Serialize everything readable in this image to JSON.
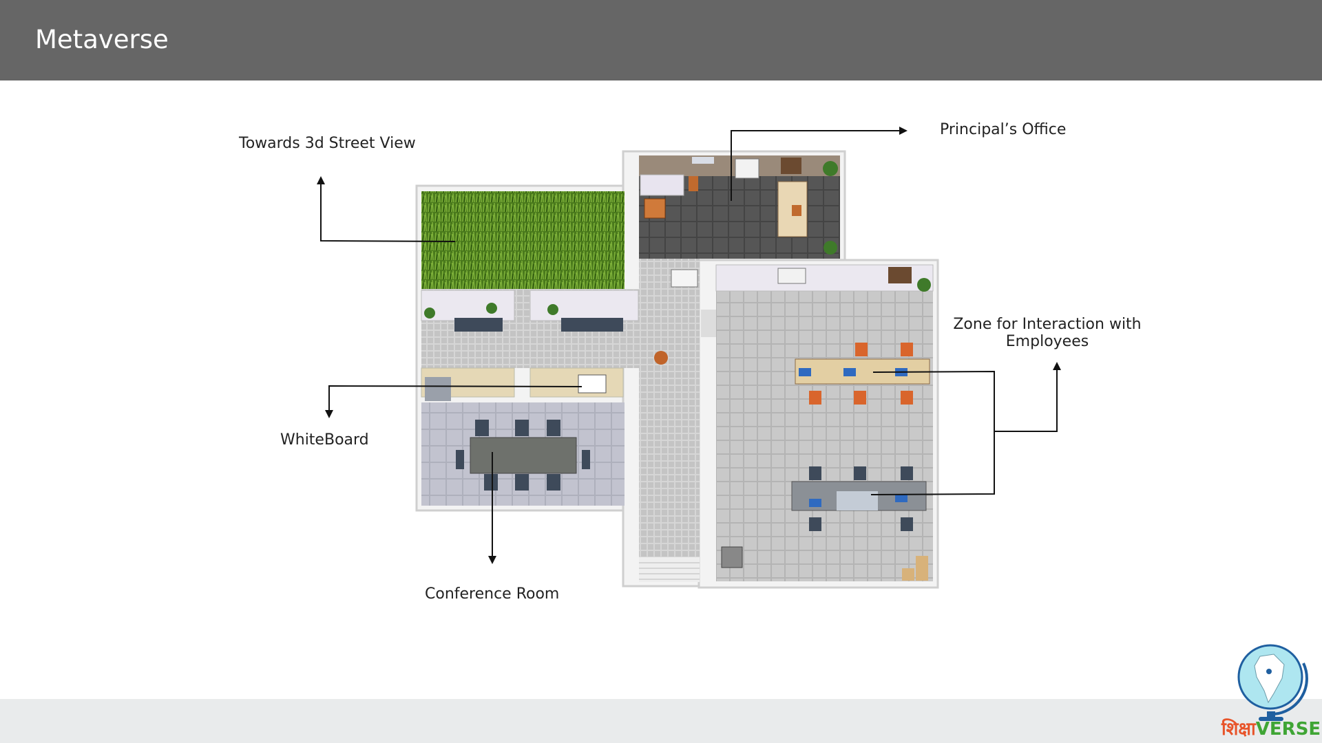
{
  "header": {
    "title": "Metaverse"
  },
  "floor_plan": {
    "labels": {
      "street_view": "Towards 3d Street View",
      "principal_office": "Principal’s Office",
      "interaction_zone_line1": "Zone for Interaction with",
      "interaction_zone_line2": "Employees",
      "whiteboard": "WhiteBoard",
      "conference_room": "Conference Room"
    }
  },
  "logo": {
    "hindi_part": "शिक्षा",
    "english_part": "VERSE",
    "icon": "globe-india-map-icon"
  },
  "colors": {
    "header_bg": "#666666",
    "footer_band": "#e9ebec",
    "logo_orange": "#e8542a",
    "logo_green": "#3fa535",
    "grass": "#4f7d1f",
    "office_floor": "#555555",
    "tile_floor": "#c8c8c8"
  }
}
